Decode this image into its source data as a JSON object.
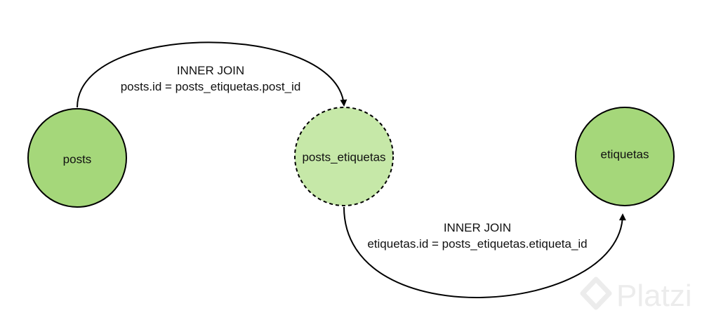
{
  "colors": {
    "node_fill": "#a5d77a",
    "join_node_fill": "#c6e8a8",
    "stroke": "#000000",
    "watermark": "#ececec"
  },
  "nodes": {
    "posts": {
      "label": "posts"
    },
    "posts_etiquetas": {
      "label": "posts_etiquetas",
      "border": "dashed"
    },
    "etiquetas": {
      "label": "etiquetas"
    }
  },
  "edges": {
    "posts_to_posts_etiquetas": {
      "join": "INNER JOIN",
      "condition": "posts.id = posts_etiquetas.post_id"
    },
    "posts_etiquetas_to_etiquetas": {
      "join": "INNER JOIN",
      "condition": "etiquetas.id = posts_etiquetas.etiqueta_id"
    }
  },
  "watermark": {
    "text": "Platzi",
    "icon": "platzi-logo-icon"
  }
}
